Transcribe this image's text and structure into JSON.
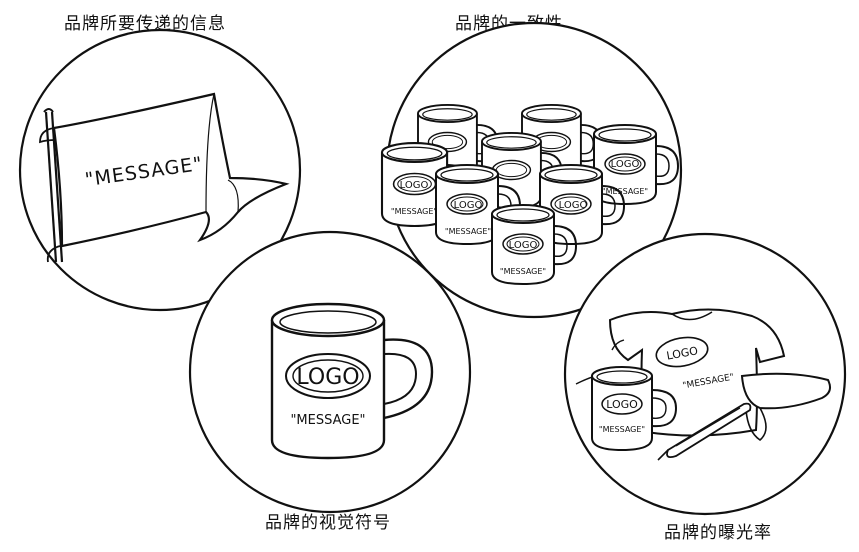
{
  "captions": {
    "message": "品牌所要传递的信息",
    "consistency": "品牌的一致性",
    "visual": "品牌的视觉符号",
    "exposure": "品牌的曝光率"
  },
  "art_text": {
    "message": "\"MESSAGE\"",
    "logo": "LOGO",
    "mug_message": "\"MESSAGE\""
  }
}
